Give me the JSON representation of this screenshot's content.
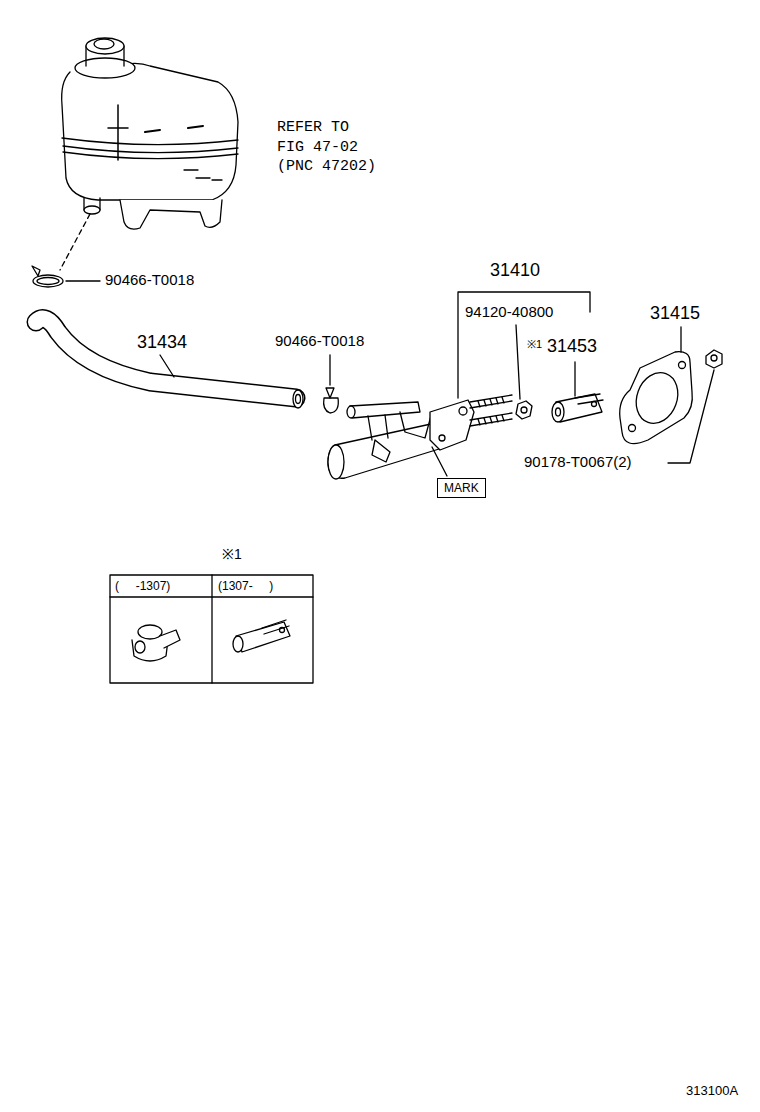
{
  "diagram": {
    "nodes": [
      {
        "text": [
          "MARK"
        ]
      }
    ],
    "labels": [
      "REFER TO FIG 47-02 (PNC 47202)",
      "90466-T0018",
      "31410",
      "31434",
      "90466-T0018",
      "94120-40800",
      "31415",
      "※1",
      "31453",
      "90178-T0067(2)",
      "※1",
      "(     -1307)",
      "(1307-     )",
      "313100A"
    ]
  }
}
